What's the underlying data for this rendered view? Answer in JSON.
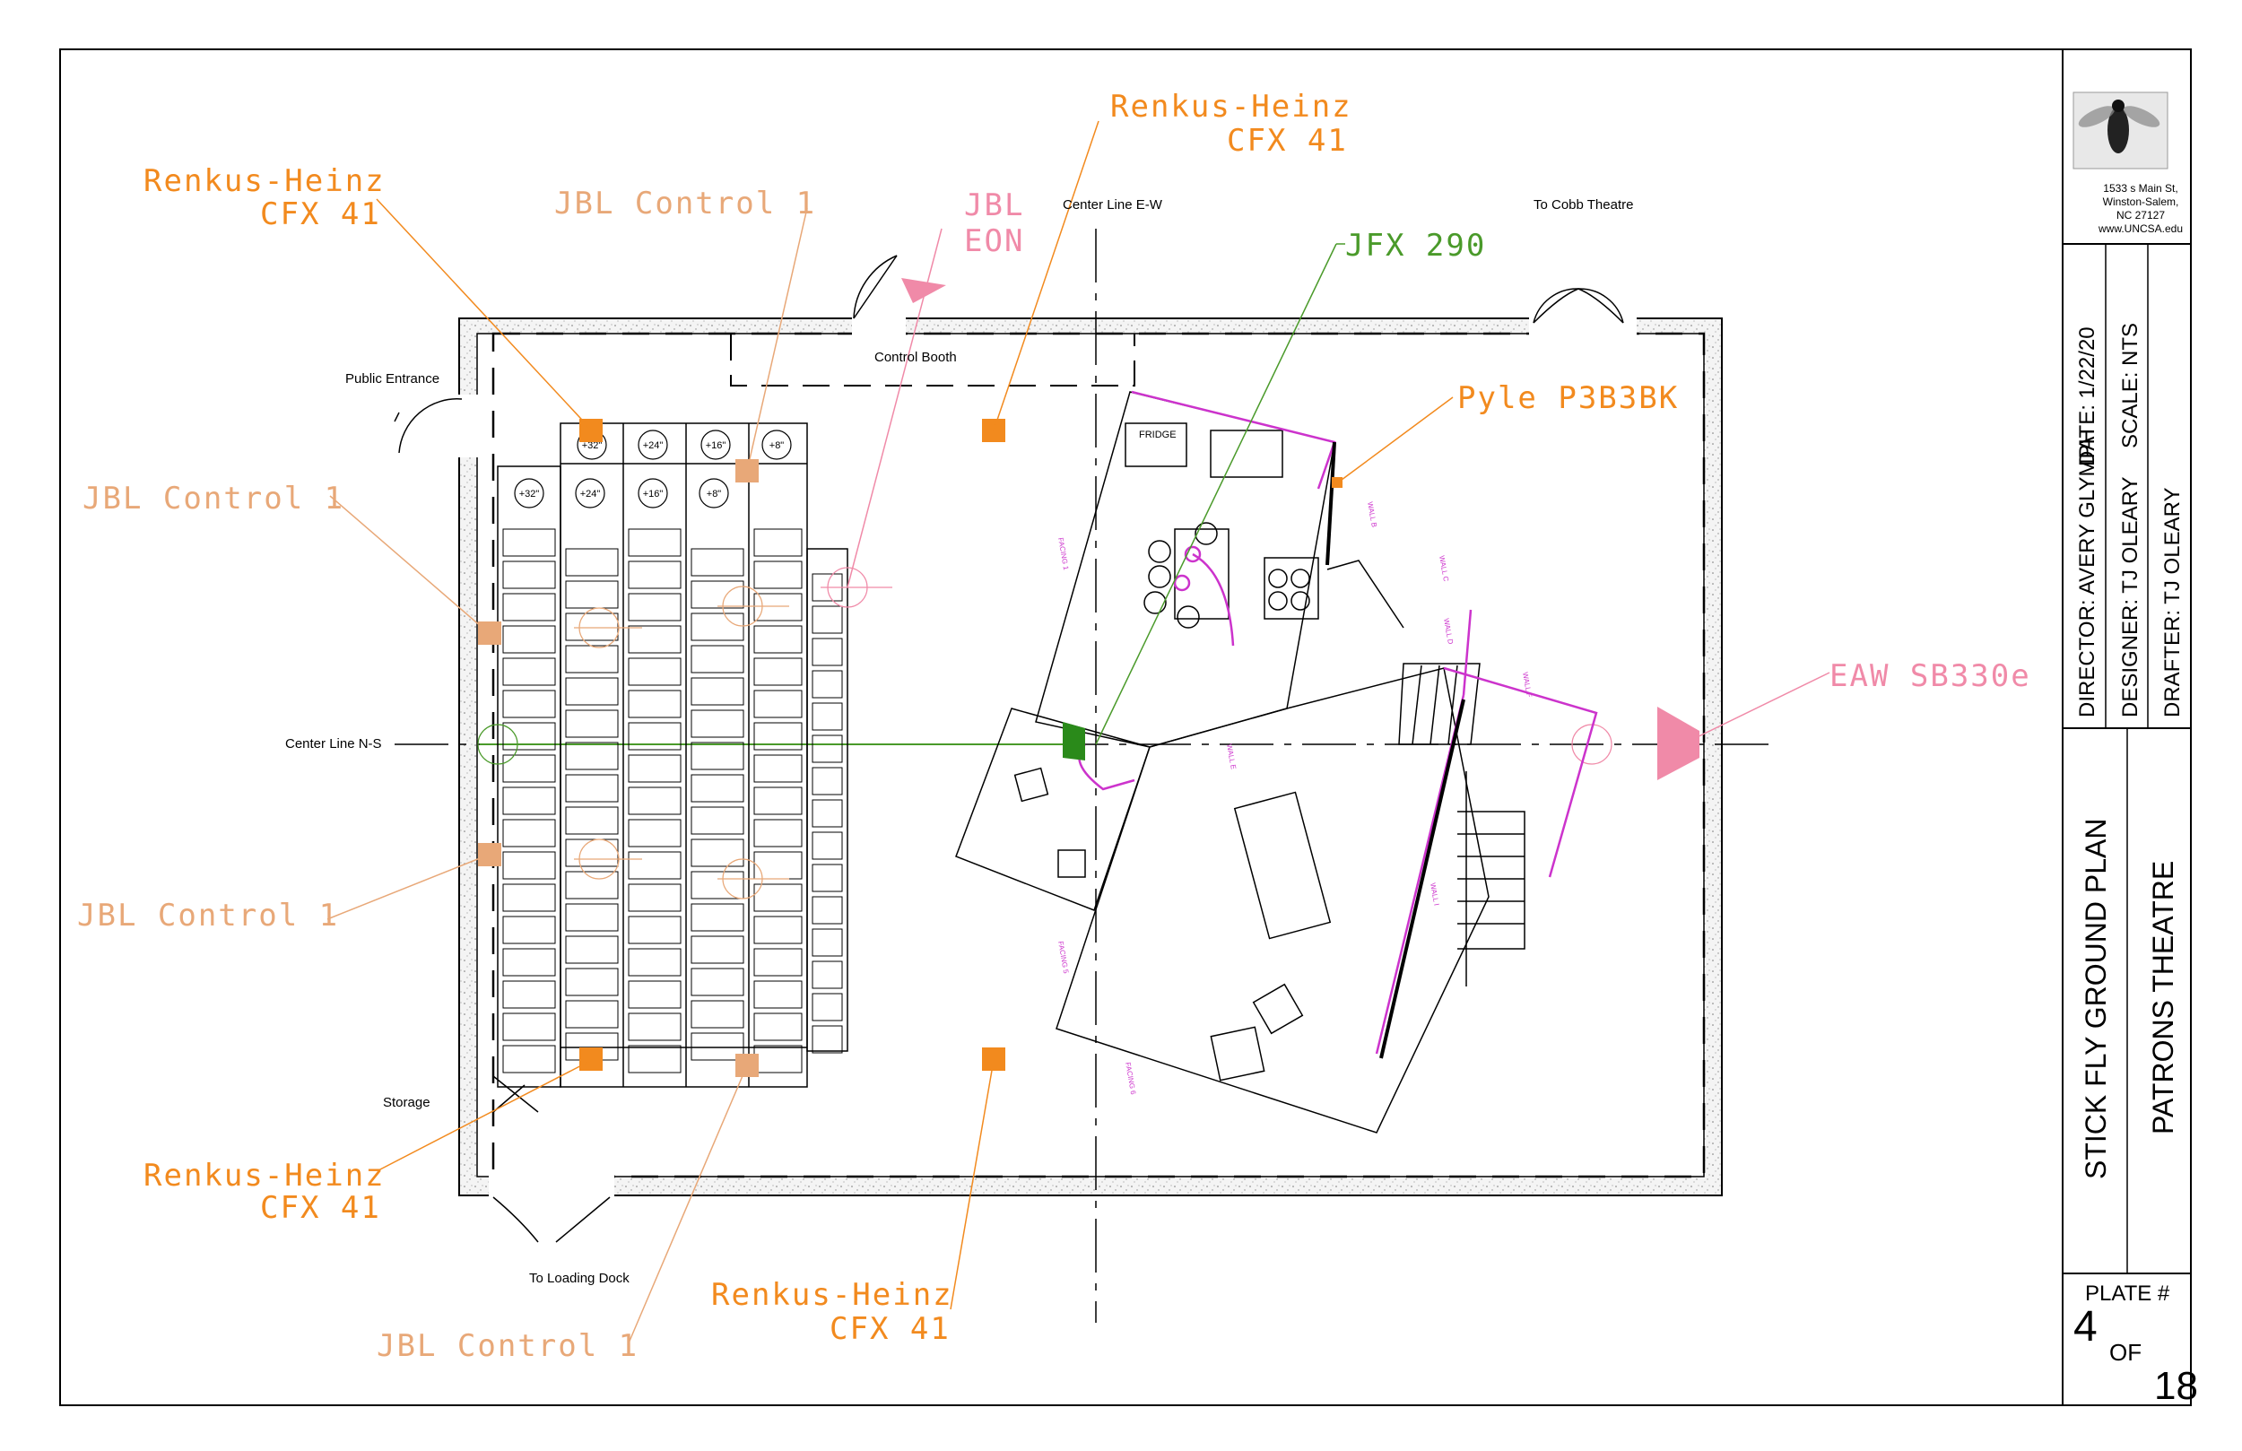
{
  "colors": {
    "orange": "#f28a1e",
    "orange_light": "#e8a878",
    "pink": "#f08aa8",
    "green": "#4a9a2a",
    "magenta": "#cc33cc"
  },
  "callouts": {
    "rh_top_left": {
      "line1": "Renkus-Heinz",
      "line2": "CFX 41"
    },
    "jbl_control_top": "JBL Control 1",
    "jbl_eon": {
      "line1": "JBL",
      "line2": "EON"
    },
    "rh_top_center": {
      "line1": "Renkus-Heinz",
      "line2": "CFX 41"
    },
    "jfx": "JFX 290",
    "pyle": "Pyle P3B3BK",
    "eaw": "EAW SB330e",
    "jbl_control_left_upper": "JBL Control 1",
    "jbl_control_left_lower": "JBL Control 1",
    "rh_bottom_left": {
      "line1": "Renkus-Heinz",
      "line2": "CFX 41"
    },
    "jbl_control_bottom": "JBL Control 1",
    "rh_bottom_center": {
      "line1": "Renkus-Heinz",
      "line2": "CFX 41"
    }
  },
  "labels": {
    "center_line_ew": "Center Line E-W",
    "to_cobb": "To Cobb Theatre",
    "control_booth": "Control Booth",
    "public_entrance": "Public Entrance",
    "center_line_ns": "Center Line N-S",
    "storage": "Storage",
    "to_loading_dock": "To Loading Dock",
    "fridge": "FRIDGE"
  },
  "seat_levels": {
    "row1": [
      "+32\"",
      "+24\"",
      "+16\"",
      "+8\""
    ],
    "row2": [
      "+32\"",
      "+24\"",
      "+16\"",
      "+8\""
    ]
  },
  "title_block": {
    "address": [
      "1533 s Main St,",
      "Winston-Salem,",
      "NC 27127",
      "www.UNCSA.edu"
    ],
    "director": "DIRECTOR: AVERY GLYMPH",
    "date": "DATE: 1/22/20",
    "scale": "SCALE: NTS",
    "designer": "DESIGNER: TJ OLEARY",
    "drafter": "DRAFTER: TJ OLEARY",
    "plan_title": "STICK FLY GROUND PLAN",
    "theatre": "PATRONS THEATRE",
    "plate_label": "PLATE #",
    "plate_number": "4",
    "of_label": "OF",
    "total_plates": "18"
  }
}
